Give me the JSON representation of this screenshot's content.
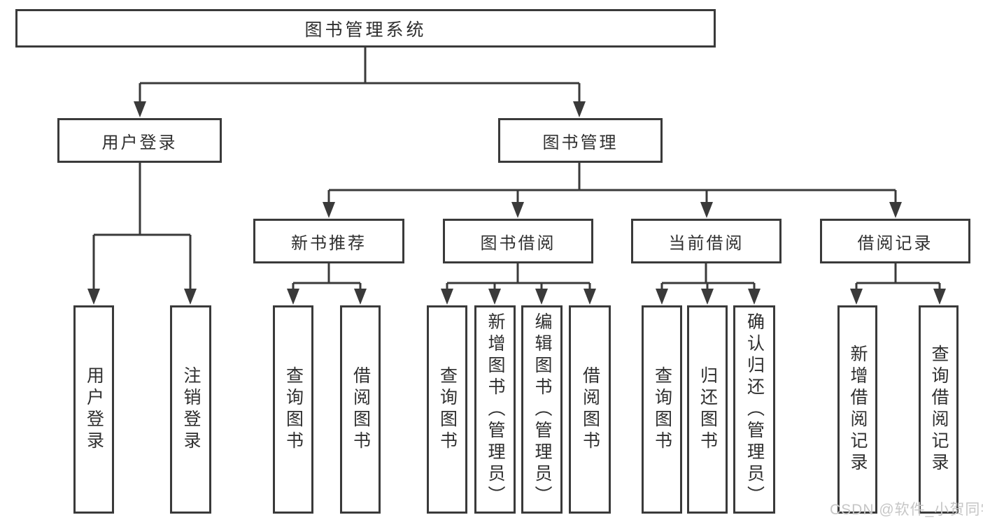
{
  "tree": {
    "label": "图书管理系统",
    "children": [
      {
        "label": "用户登录",
        "children": [
          {
            "label": "用户登录"
          },
          {
            "label": "注销登录"
          }
        ]
      },
      {
        "label": "图书管理",
        "children": [
          {
            "label": "新书推荐",
            "children": [
              {
                "label": "查询图书"
              },
              {
                "label": "借阅图书"
              }
            ]
          },
          {
            "label": "图书借阅",
            "children": [
              {
                "label": "查询图书"
              },
              {
                "label": "新增图书（管理员）"
              },
              {
                "label": "编辑图书（管理员）"
              },
              {
                "label": "借阅图书"
              }
            ]
          },
          {
            "label": "当前借阅",
            "children": [
              {
                "label": "查询图书"
              },
              {
                "label": "归还图书"
              },
              {
                "label": "确认归还（管理员）"
              }
            ]
          },
          {
            "label": "借阅记录",
            "children": [
              {
                "label": "新增借阅记录"
              },
              {
                "label": "查询借阅记录"
              }
            ]
          }
        ]
      }
    ]
  },
  "watermark": "CSDN @软件_小贺同学",
  "colors": {
    "line": "#3a3a3a",
    "text": "#2f2f2f",
    "watermark": "#c6c6c6",
    "background": "#ffffff"
  }
}
